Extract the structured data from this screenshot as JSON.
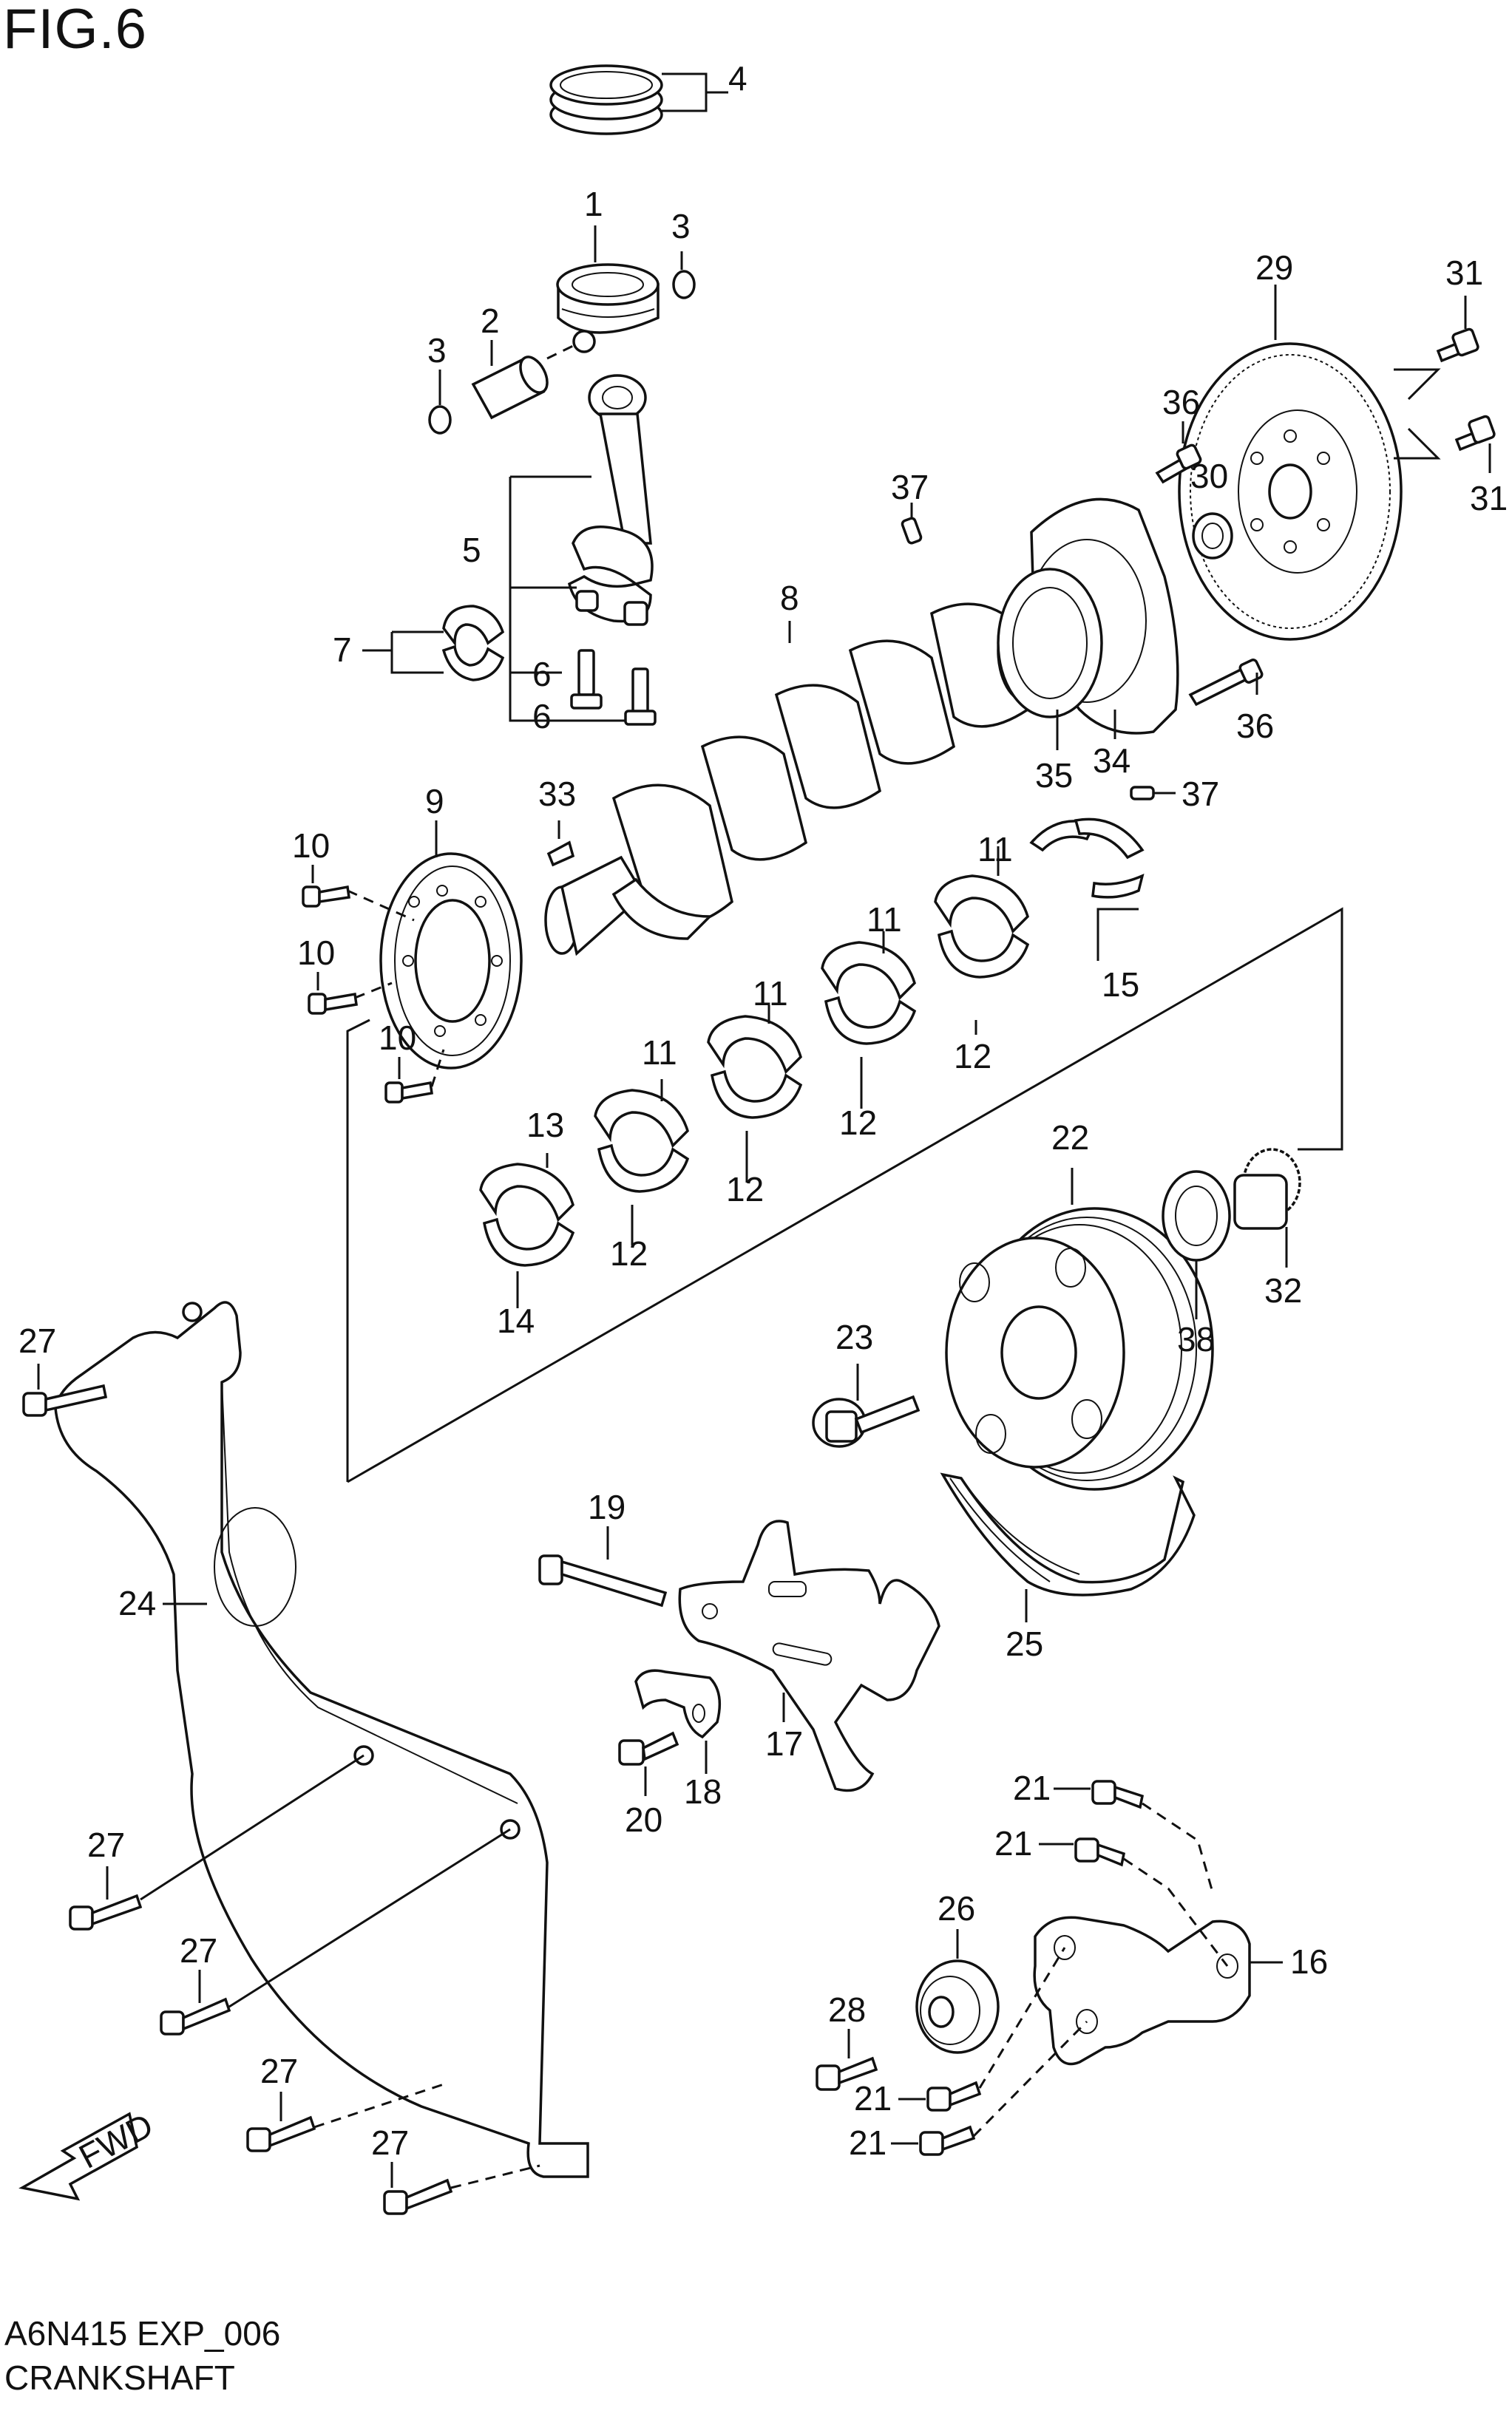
{
  "figure": {
    "title": "FIG.6",
    "code": "A6N415 EXP_006",
    "name": "CRANKSHAFT",
    "fwd_label": "FWD"
  },
  "callouts": [
    {
      "id": "c4",
      "text": "4"
    },
    {
      "id": "c1",
      "text": "1"
    },
    {
      "id": "c3a",
      "text": "3"
    },
    {
      "id": "c3b",
      "text": "3"
    },
    {
      "id": "c2",
      "text": "2"
    },
    {
      "id": "c5",
      "text": "5"
    },
    {
      "id": "c7",
      "text": "7"
    },
    {
      "id": "c6a",
      "text": "6"
    },
    {
      "id": "c6b",
      "text": "6"
    },
    {
      "id": "c8",
      "text": "8"
    },
    {
      "id": "c37a",
      "text": "37"
    },
    {
      "id": "c37b",
      "text": "37"
    },
    {
      "id": "c29",
      "text": "29"
    },
    {
      "id": "c31a",
      "text": "31"
    },
    {
      "id": "c31b",
      "text": "31"
    },
    {
      "id": "c36a",
      "text": "36"
    },
    {
      "id": "c36b",
      "text": "36"
    },
    {
      "id": "c30",
      "text": "30"
    },
    {
      "id": "c35",
      "text": "35"
    },
    {
      "id": "c34",
      "text": "34"
    },
    {
      "id": "c33",
      "text": "33"
    },
    {
      "id": "c9",
      "text": "9"
    },
    {
      "id": "c10a",
      "text": "10"
    },
    {
      "id": "c10b",
      "text": "10"
    },
    {
      "id": "c10c",
      "text": "10"
    },
    {
      "id": "c11a",
      "text": "11"
    },
    {
      "id": "c11b",
      "text": "11"
    },
    {
      "id": "c11c",
      "text": "11"
    },
    {
      "id": "c11d",
      "text": "11"
    },
    {
      "id": "c12a",
      "text": "12"
    },
    {
      "id": "c12b",
      "text": "12"
    },
    {
      "id": "c12c",
      "text": "12"
    },
    {
      "id": "c12d",
      "text": "12"
    },
    {
      "id": "c13",
      "text": "13"
    },
    {
      "id": "c14",
      "text": "14"
    },
    {
      "id": "c15",
      "text": "15"
    },
    {
      "id": "c22",
      "text": "22"
    },
    {
      "id": "c32",
      "text": "32"
    },
    {
      "id": "c38",
      "text": "38"
    },
    {
      "id": "c23",
      "text": "23"
    },
    {
      "id": "c25",
      "text": "25"
    },
    {
      "id": "c27a",
      "text": "27"
    },
    {
      "id": "c27b",
      "text": "27"
    },
    {
      "id": "c27c",
      "text": "27"
    },
    {
      "id": "c27d",
      "text": "27"
    },
    {
      "id": "c27e",
      "text": "27"
    },
    {
      "id": "c24",
      "text": "24"
    },
    {
      "id": "c19",
      "text": "19"
    },
    {
      "id": "c17",
      "text": "17"
    },
    {
      "id": "c18",
      "text": "18"
    },
    {
      "id": "c20",
      "text": "20"
    },
    {
      "id": "c21a",
      "text": "21"
    },
    {
      "id": "c21b",
      "text": "21"
    },
    {
      "id": "c21c",
      "text": "21"
    },
    {
      "id": "c21d",
      "text": "21"
    },
    {
      "id": "c26",
      "text": "26"
    },
    {
      "id": "c16",
      "text": "16"
    },
    {
      "id": "c28",
      "text": "28"
    }
  ]
}
